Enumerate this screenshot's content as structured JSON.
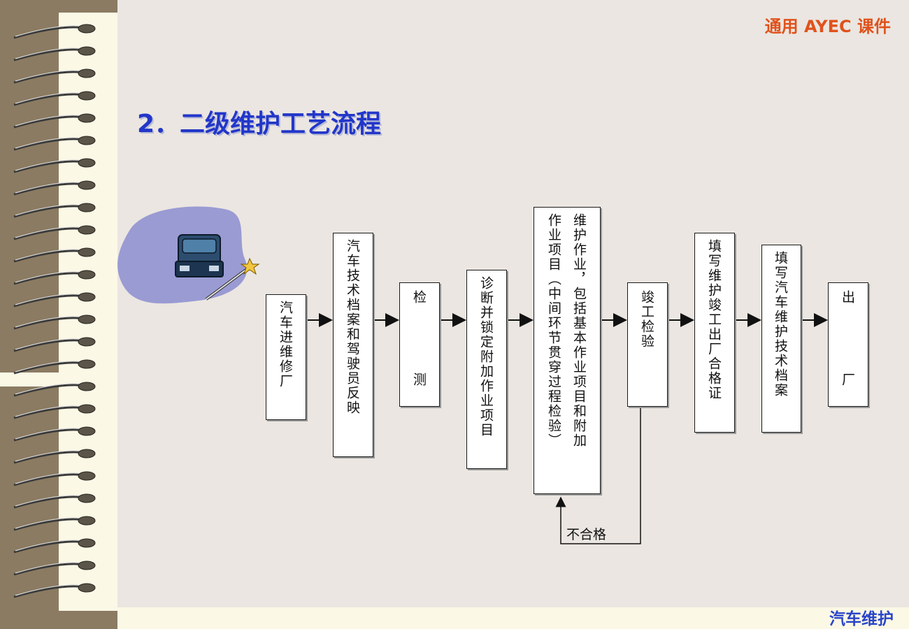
{
  "header": {
    "brand": "通用 AYEC 课件"
  },
  "footer": {
    "title": "汽车维护"
  },
  "slide": {
    "heading": "2．二级维护工艺流程"
  },
  "flowchart": {
    "steps": [
      {
        "col1": "汽车进维修厂"
      },
      {
        "col1": "汽车技术档案和驾驶员反映"
      },
      {
        "col1": "检",
        "col2": "测"
      },
      {
        "col1": "诊断并锁定附加作业项目"
      },
      {
        "col1": "维护作业，包括基本作业项目和附加",
        "col2": "作业项目（中间环节贯穿过程检验）"
      },
      {
        "col1": "竣工检验"
      },
      {
        "col1": "填写维护竣工出厂合格证"
      },
      {
        "col1": "填写汽车维护技术档案"
      },
      {
        "col1": "出",
        "col2": "厂"
      }
    ],
    "feedback_label": "不合格"
  },
  "colors": {
    "brand": "#e0521c",
    "heading": "#2236c9",
    "footer": "#2a45c8",
    "spine": "#8b7b62",
    "paper": "#fbf8e6",
    "background": "#ebe6e1"
  },
  "icons": {
    "clipart": "car-with-wand-icon"
  }
}
